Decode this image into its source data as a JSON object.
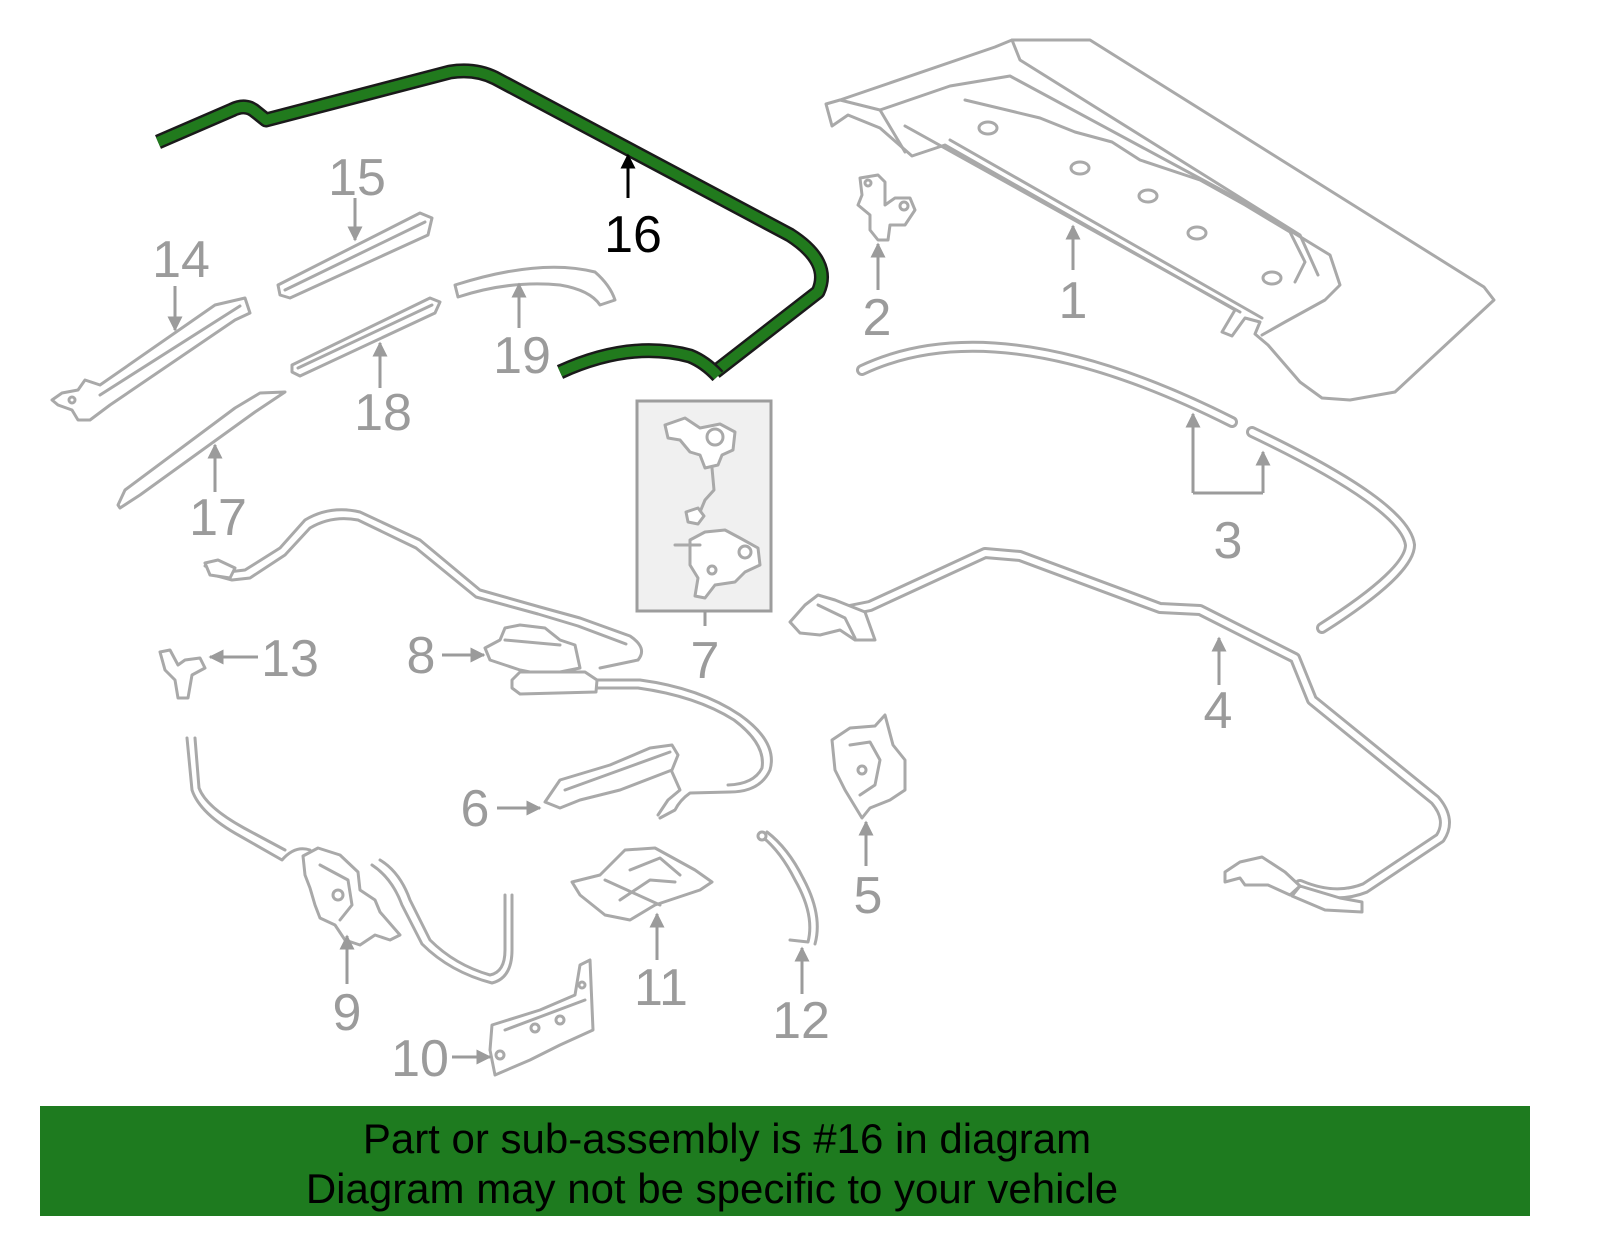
{
  "colors": {
    "highlight": "#217a1d",
    "banner": "#1e7b1f",
    "callout": "#9b9b9b",
    "callout_active": "#000000",
    "part_stroke": "#a9a9a9",
    "banner_text": "#000000"
  },
  "diagram": {
    "callouts": [
      {
        "number": "1",
        "highlighted": false
      },
      {
        "number": "2",
        "highlighted": false
      },
      {
        "number": "3",
        "highlighted": false
      },
      {
        "number": "4",
        "highlighted": false
      },
      {
        "number": "5",
        "highlighted": false
      },
      {
        "number": "6",
        "highlighted": false
      },
      {
        "number": "7",
        "highlighted": false
      },
      {
        "number": "8",
        "highlighted": false
      },
      {
        "number": "9",
        "highlighted": false
      },
      {
        "number": "10",
        "highlighted": false
      },
      {
        "number": "11",
        "highlighted": false
      },
      {
        "number": "12",
        "highlighted": false
      },
      {
        "number": "13",
        "highlighted": false
      },
      {
        "number": "14",
        "highlighted": false
      },
      {
        "number": "15",
        "highlighted": false
      },
      {
        "number": "16",
        "highlighted": true
      },
      {
        "number": "17",
        "highlighted": false
      },
      {
        "number": "18",
        "highlighted": false
      },
      {
        "number": "19",
        "highlighted": false
      }
    ]
  },
  "banner": {
    "line1": "Part or sub-assembly is #16 in diagram",
    "line2": "Diagram may not be specific to your vehicle"
  }
}
